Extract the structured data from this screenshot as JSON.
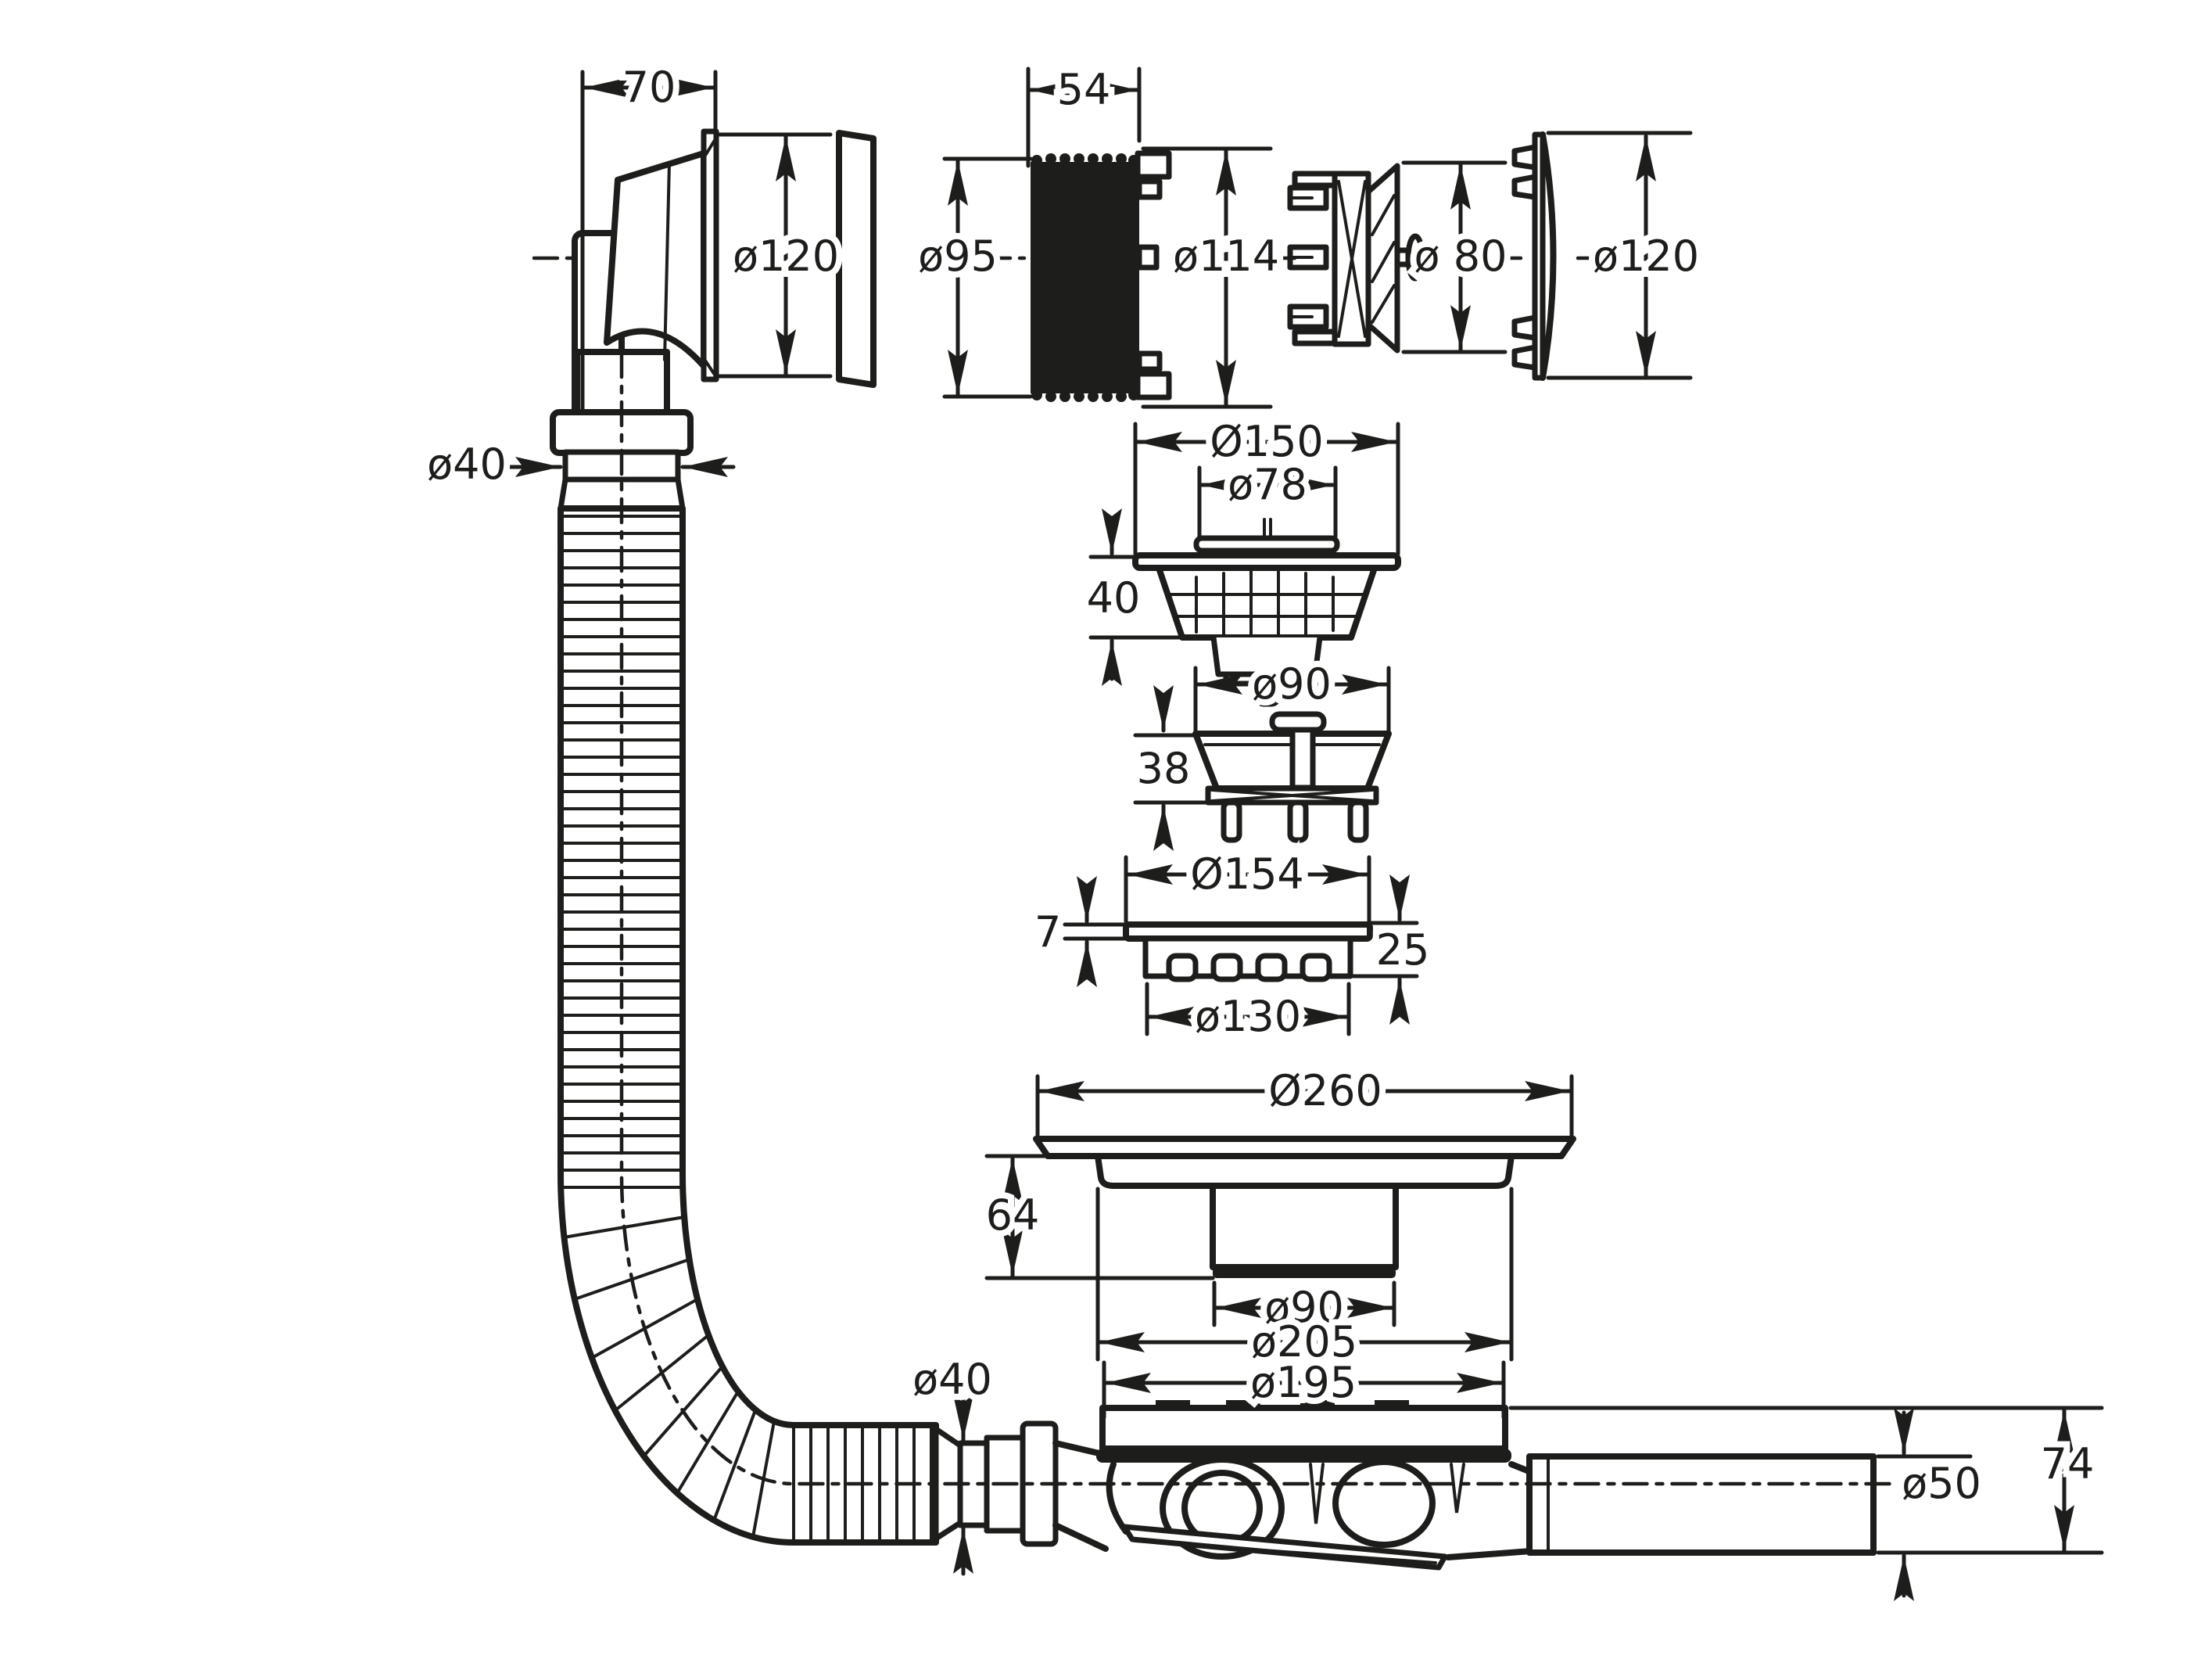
{
  "colors": {
    "ink": "#1d1d1b",
    "background": "#ffffff"
  },
  "dims": {
    "overflow_depth": "70",
    "overflow_face": "ø120",
    "overflow_tail": "ø40",
    "sleeve_len": "54",
    "sleeve_dia": "ø95",
    "lug_ring": "ø114",
    "bridge": "ø 80",
    "cover": "ø120",
    "strainer_flange": "Ø150",
    "strainer_disc": "ø78",
    "strainer_depth": "40",
    "funnel_top": "ø90",
    "funnel_height": "38",
    "grate": "Ø154",
    "grate_plate_thk": "7",
    "grate_height": "25",
    "grate_base": "ø130",
    "flange_outer": "Ø260",
    "flange_height": "64",
    "flange_spigot": "ø90",
    "flange_skirt": "ø205",
    "trap_body": "ø195",
    "trap_inlet": "ø40",
    "trap_outlet": "ø50",
    "trap_height": "74"
  }
}
